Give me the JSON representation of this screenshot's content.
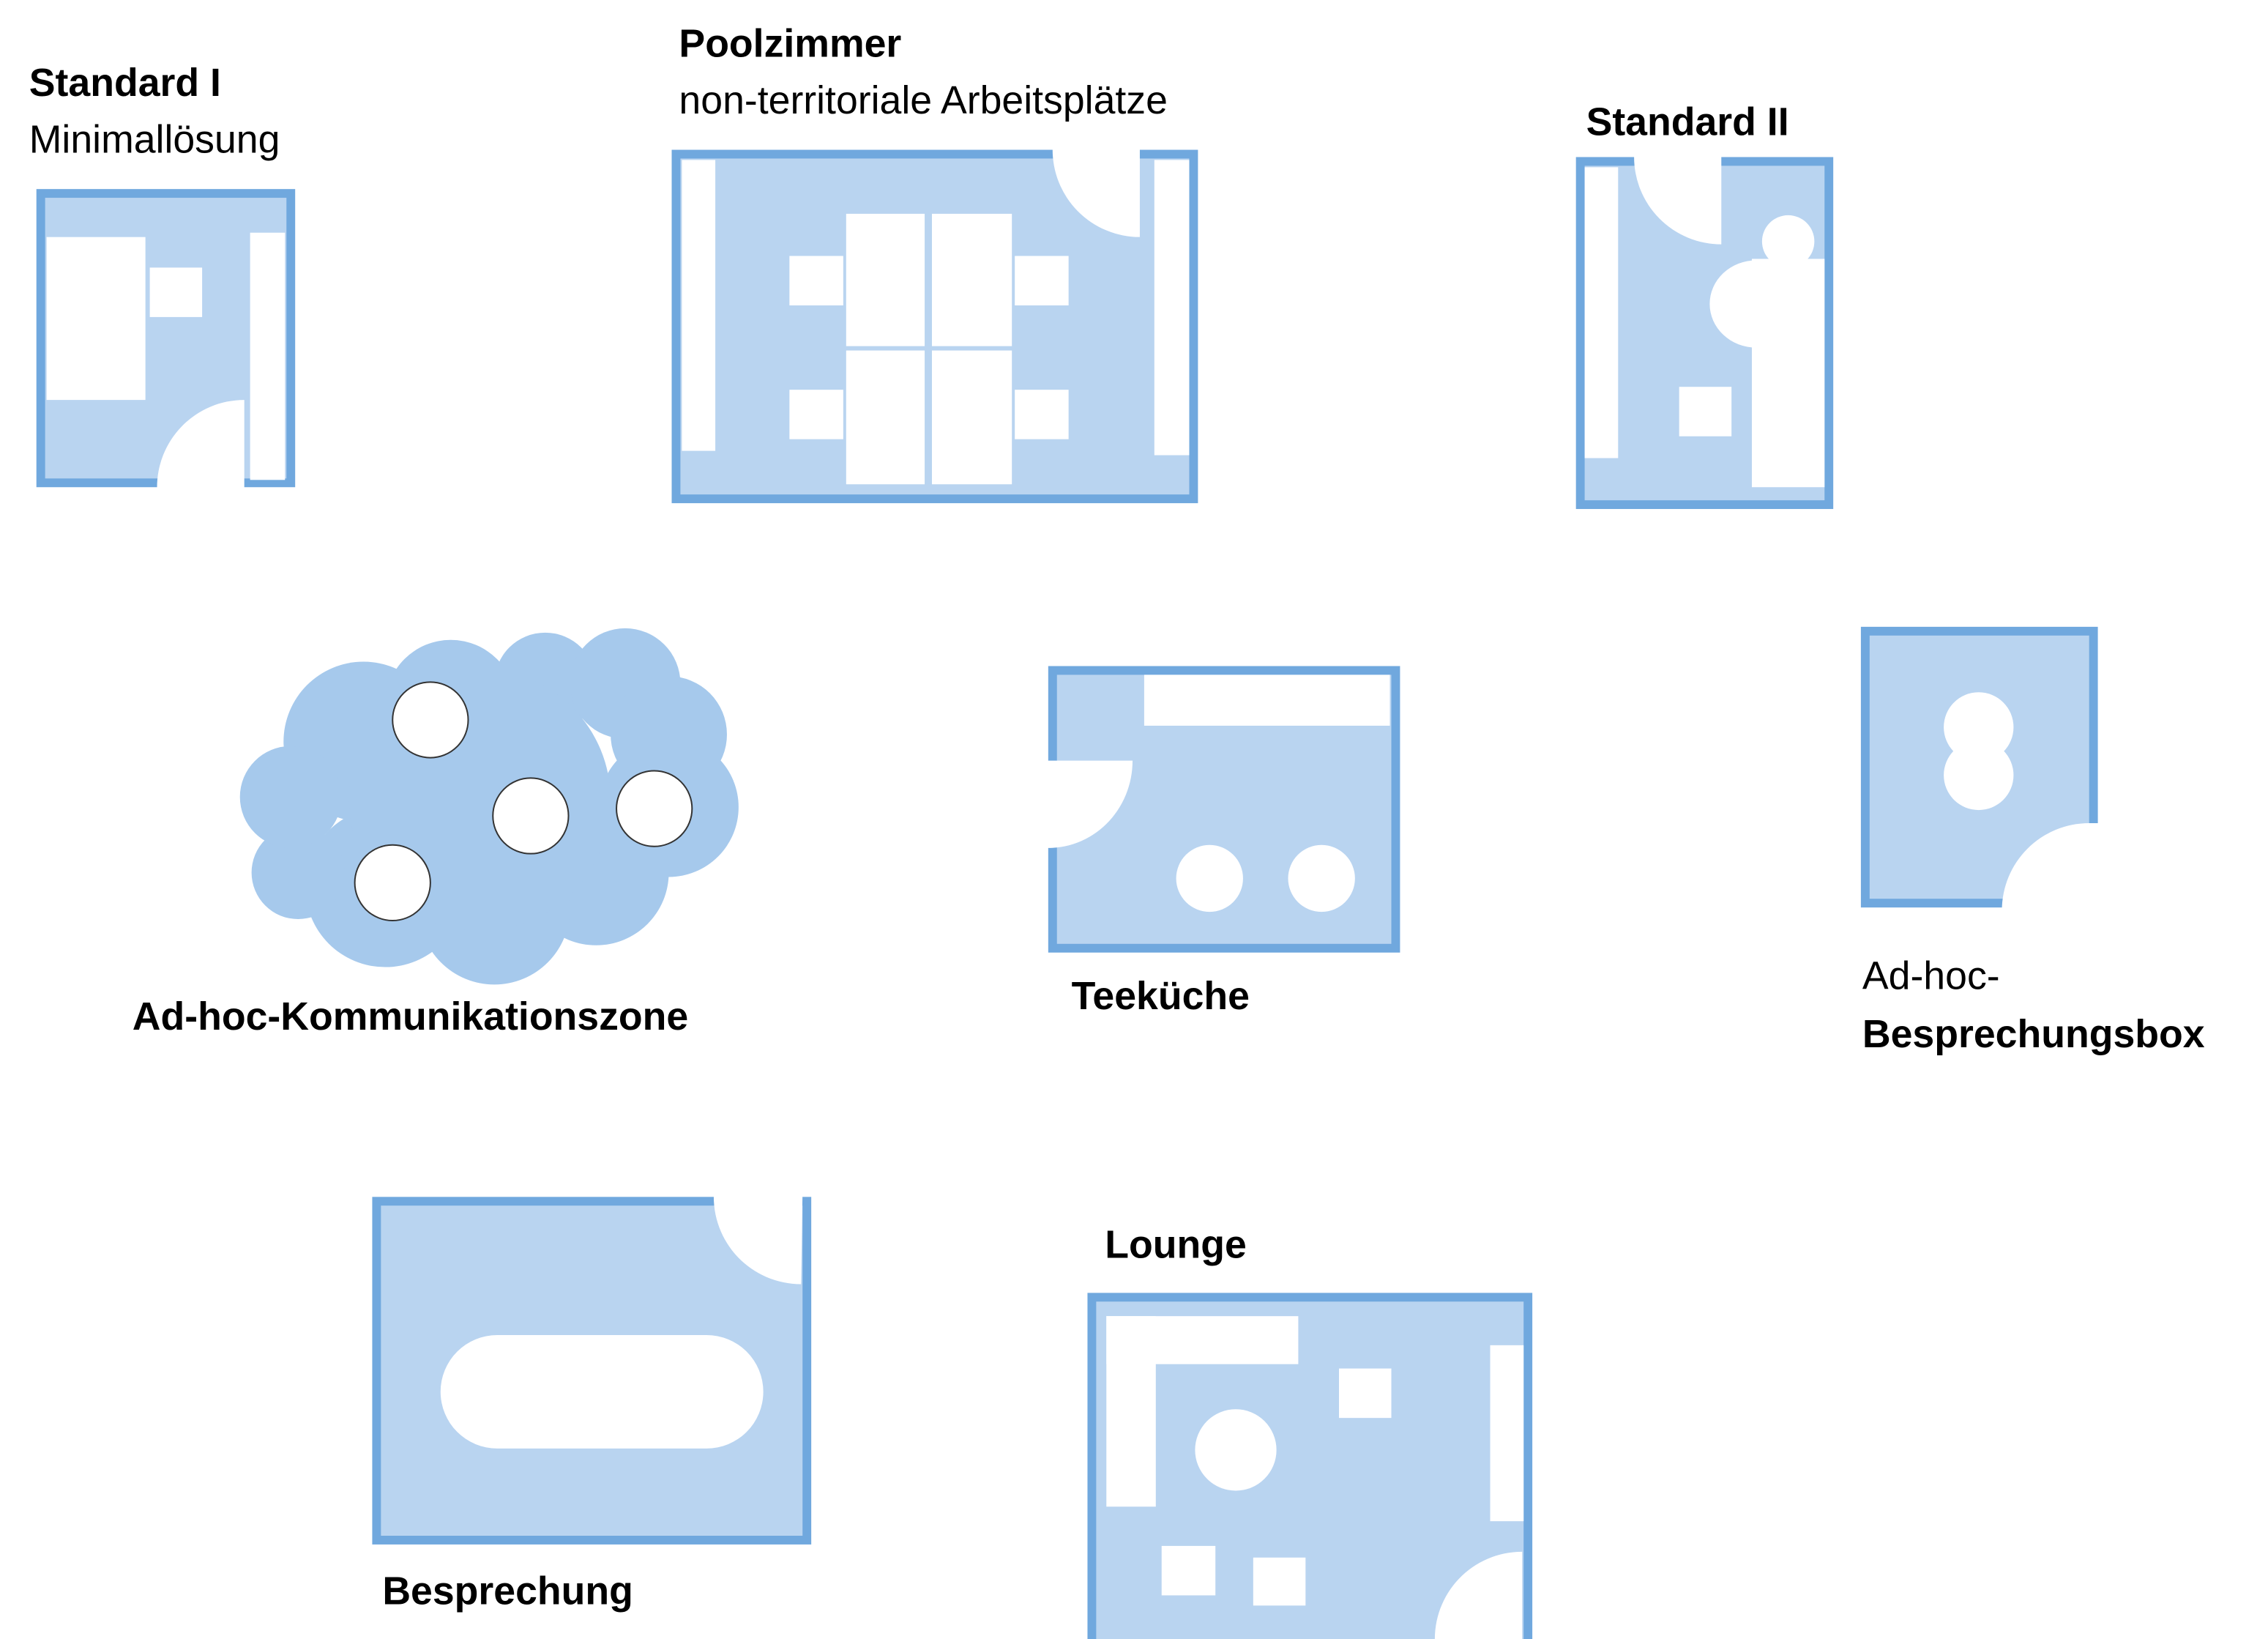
{
  "rooms": {
    "standard1": {
      "title": "Standard I",
      "subtitle": "Minimallösung"
    },
    "poolzimmer": {
      "title": "Poolzimmer",
      "subtitle": "non-territoriale Arbeitsplätze"
    },
    "standard2": {
      "title": "Standard II"
    },
    "adhoc_zone": {
      "title": "Ad-hoc-Kommunikationszone"
    },
    "teekueche": {
      "title": "Teeküche"
    },
    "adhoc_box": {
      "title_line1": "Ad-hoc-",
      "title_line2": "Besprechungsbox"
    },
    "besprechung": {
      "title": "Besprechung"
    },
    "lounge": {
      "title": "Lounge"
    }
  },
  "colors": {
    "wall": "#70a8de",
    "floor": "#b9d4f0",
    "cloud": "#a6c9ec"
  }
}
